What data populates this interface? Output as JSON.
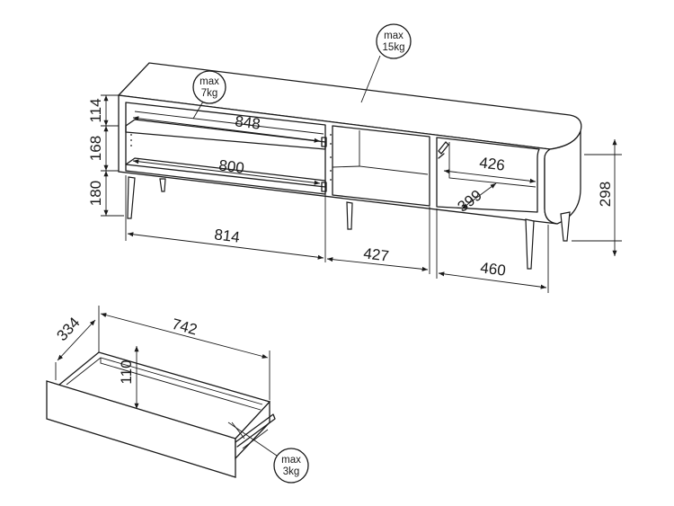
{
  "cabinet": {
    "width_left": "814",
    "width_middle": "427",
    "width_right": "460",
    "height_total": "298",
    "shelf_width_top": "848",
    "shelf_width_bottom": "800",
    "shelf_width_right": "426",
    "depth": "399",
    "height_top": "114",
    "height_mid": "168",
    "height_legs": "180"
  },
  "load_top": {
    "line1": "max",
    "line2": "15kg"
  },
  "load_shelf": {
    "line1": "max",
    "line2": "7kg"
  },
  "drawer": {
    "depth": "334",
    "width": "742",
    "height": "110"
  },
  "load_drawer": {
    "line1": "max",
    "line2": "3kg"
  }
}
